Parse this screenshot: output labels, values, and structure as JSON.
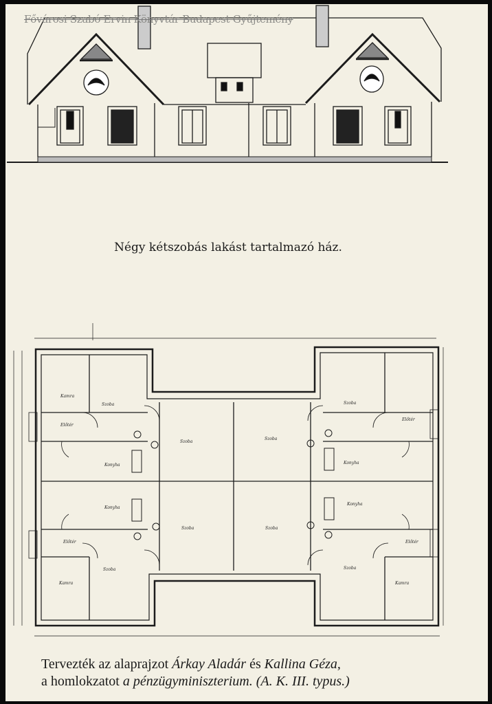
{
  "watermark": "Fővárosi Szabó Ervin Könyvtár Budapest Gyűjtemény",
  "caption": "Négy kétszobás lakást tartalmazó ház.",
  "credits": {
    "line1_a": "Tervezték az alaprajzot ",
    "line1_b": "Árkay Aladár",
    "line1_c": " és ",
    "line1_d": "Kallina Géza,",
    "line2_a": "a homlokzatot ",
    "line2_b": "a pénzügyminiszterium.",
    "line2_c": " (A. K. III. typus.)"
  },
  "plan_rooms": {
    "szoba": "Szoba",
    "konyha": "Konyha",
    "kamra": "Kamra",
    "eloter": "Előtér"
  },
  "colors": {
    "paper": "#f3f0e4",
    "ink": "#1a1a1a",
    "border": "#0a0a0a"
  }
}
